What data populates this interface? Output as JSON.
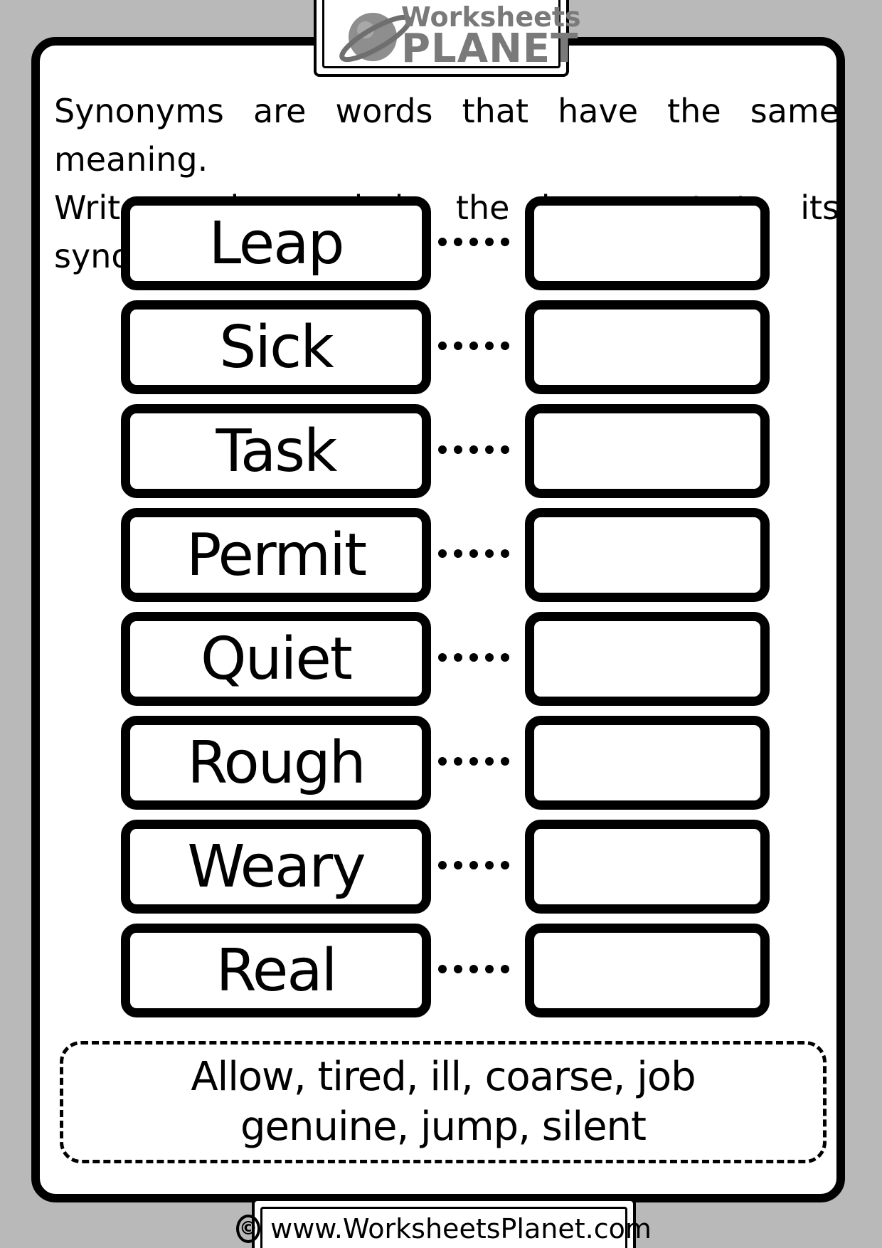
{
  "logo": {
    "line1": "Worksheets",
    "line2": "PLANET"
  },
  "instructions": {
    "line1": "Synonyms are words that have the same meaning.",
    "line2": "Write each word in the box next to its synonym."
  },
  "words": [
    "Leap",
    "Sick",
    "Task",
    "Permit",
    "Quiet",
    "Rough",
    "Weary",
    "Real"
  ],
  "word_bank": {
    "line1": "Allow, tired, ill, coarse, job",
    "line2": "genuine, jump, silent"
  },
  "footer": {
    "copyright_symbol": "©",
    "url": "www.WorksheetsPlanet.com"
  },
  "colors": {
    "background": "#b9b9b9",
    "logo_gray": "#7a7a7a",
    "ink": "#000000"
  }
}
